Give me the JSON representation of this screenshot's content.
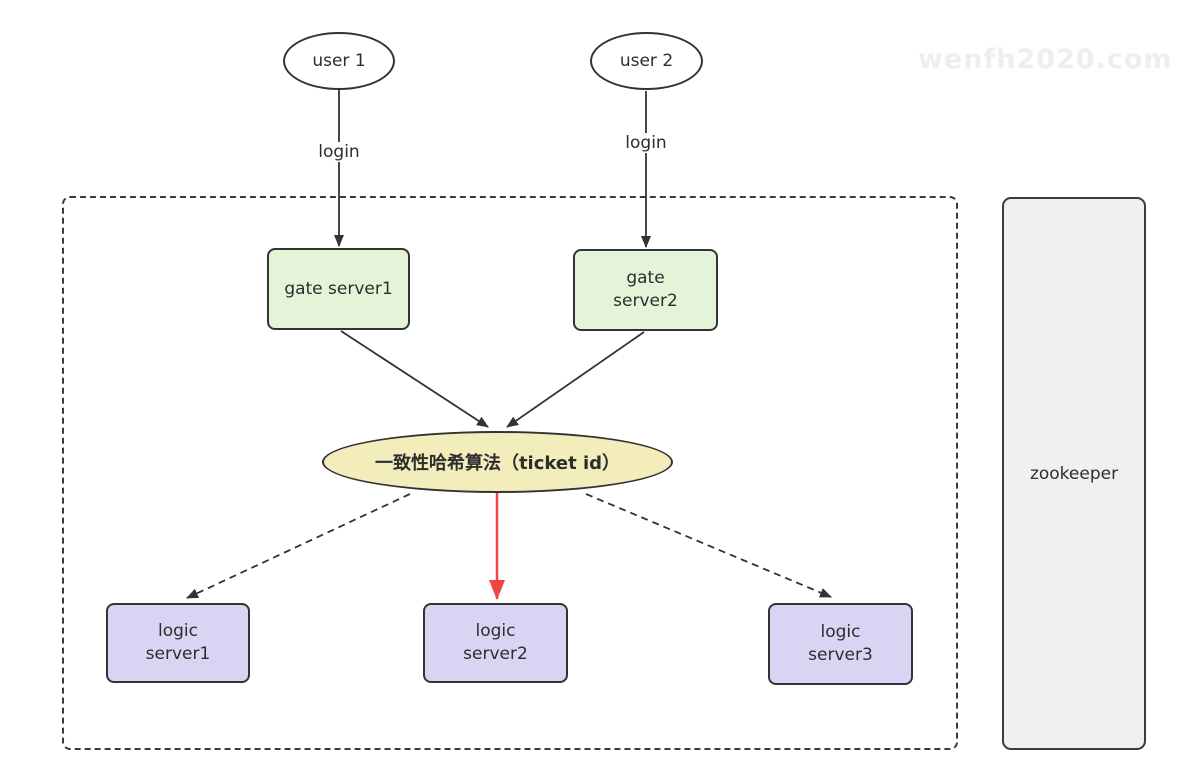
{
  "watermark": {
    "text": "wenfh2020.com"
  },
  "diagram": {
    "users": [
      {
        "label": "user 1"
      },
      {
        "label": "user 2"
      }
    ],
    "edge_labels": {
      "login1": "login",
      "login2": "login"
    },
    "gate_servers": {
      "gate1": {
        "label": "gate server1"
      },
      "gate2": {
        "line1": "gate",
        "line2": "server2"
      }
    },
    "hash": {
      "label": "一致性哈希算法（ticket id）"
    },
    "logic_servers": [
      {
        "line1": "logic",
        "line2": "server1"
      },
      {
        "line1": "logic",
        "line2": "server2"
      },
      {
        "line1": "logic",
        "line2": "server3"
      }
    ],
    "zookeeper": {
      "label": "zookeeper"
    },
    "colors": {
      "gate_fill": "#e3f4d9",
      "logic_fill": "#d7d4f4",
      "hash_fill": "#f3ecbb",
      "zookeeper_fill": "#f0f0f2",
      "line": "#333333",
      "red_arrow": "#ee4545",
      "watermark": "#eceef0",
      "background": "#ffffff"
    }
  }
}
